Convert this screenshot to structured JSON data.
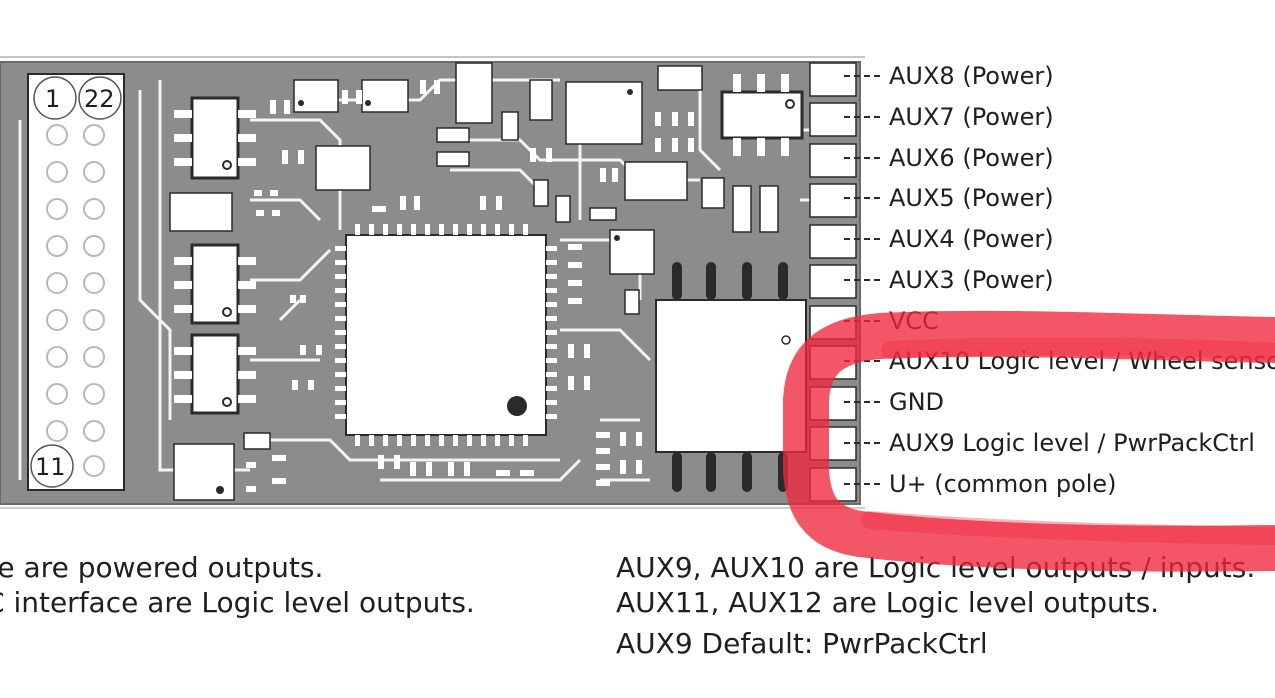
{
  "connector": {
    "pin_top_left": "1",
    "pin_top_right": "22",
    "pin_bottom_left": "11"
  },
  "output_labels": [
    "AUX8 (Power)",
    "AUX7 (Power)",
    "AUX6 (Power)",
    "AUX5 (Power)",
    "AUX4 (Power)",
    "AUX3 (Power)",
    "VCC",
    "AUX10 Logic level / Wheel senso",
    "GND",
    "AUX9 Logic level / PwrPackCtrl",
    "U+ (common pole)"
  ],
  "notes": {
    "left_line1": "ce are powered outputs.",
    "left_line2": "C interface are Logic level outputs.",
    "right_line1": "AUX9, AUX10 are Logic level outputs / inputs.",
    "right_line2": "AUX11, AUX12 are Logic level outputs.",
    "right_line3": "AUX9 Default: PwrPackCtrl"
  },
  "colors": {
    "board": "#8c8c8c",
    "trace": "#ffffff",
    "component": "#ffffff",
    "outline": "#2a2a2a",
    "scribble": "#f0283c"
  }
}
